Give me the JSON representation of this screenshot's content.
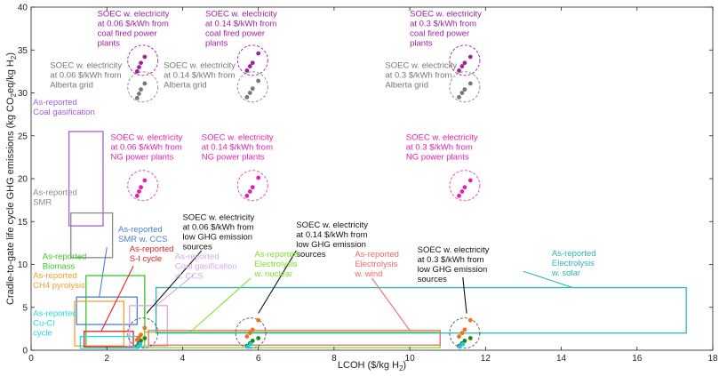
{
  "chart_data": {
    "type": "scatter",
    "xlabel_main": "LCOH ($/kg H",
    "xlabel_sub": "2",
    "xlabel_end": ")",
    "ylabel_parts": [
      "Cradle-to-gate life cycle GHG emissions (kg CO",
      "2",
      "eq/kg H",
      "2",
      ")"
    ],
    "xlim": [
      0,
      18
    ],
    "ylim": [
      0,
      40
    ],
    "xticks": [
      0,
      2,
      4,
      6,
      8,
      10,
      12,
      14,
      16,
      18
    ],
    "yticks": [
      0,
      5,
      10,
      15,
      20,
      25,
      30,
      35,
      40
    ],
    "grid": false,
    "rectangles": [
      {
        "name": "Coal gasification",
        "x": [
          1.0,
          1.9
        ],
        "y": [
          14.5,
          25.5
        ],
        "color": "#a35ce8"
      },
      {
        "name": "SMR",
        "x": [
          1.05,
          2.15
        ],
        "y": [
          10.8,
          16.0
        ],
        "color": "#8a8a8a"
      },
      {
        "name": "Biomass",
        "x": [
          1.45,
          3.0
        ],
        "y": [
          0.4,
          8.7
        ],
        "color": "#3cc42a"
      },
      {
        "name": "SMR w. CCS",
        "x": [
          1.2,
          2.8
        ],
        "y": [
          3.0,
          6.2
        ],
        "color": "#4a7fd6"
      },
      {
        "name": "CH4 pyrolysis",
        "x": [
          1.15,
          2.45
        ],
        "y": [
          0.5,
          5.7
        ],
        "color": "#f0a030"
      },
      {
        "name": "S-I cycle",
        "x": [
          1.4,
          2.7
        ],
        "y": [
          0.4,
          2.2
        ],
        "color": "#e02020"
      },
      {
        "name": "Cu-Cl cycle",
        "x": [
          1.3,
          2.8
        ],
        "y": [
          0.2,
          1.6
        ],
        "color": "#20d8e8"
      },
      {
        "name": "Coal gasification w. CCS",
        "x": [
          2.6,
          3.6
        ],
        "y": [
          0.5,
          5.2
        ],
        "color": "#d8a8ec"
      },
      {
        "name": "Electrolysis w. nuclear",
        "x": [
          3.0,
          10.8
        ],
        "y": [
          0.3,
          2.1
        ],
        "color": "#7ee02c"
      },
      {
        "name": "Electrolysis w. wind",
        "x": [
          3.1,
          10.8
        ],
        "y": [
          0.6,
          2.3
        ],
        "color": "#f06868"
      },
      {
        "name": "Electrolysis w. solar",
        "x": [
          3.3,
          17.3
        ],
        "y": [
          2.0,
          7.3
        ],
        "color": "#2cb8b0"
      }
    ],
    "circles": [
      {
        "cx": 2.95,
        "cy": 2.0,
        "color": "#555555"
      },
      {
        "cx": 5.8,
        "cy": 2.0,
        "color": "#555555"
      },
      {
        "cx": 11.45,
        "cy": 2.0,
        "color": "#555555"
      },
      {
        "cx": 2.95,
        "cy": 19.2,
        "color": "#e040c0"
      },
      {
        "cx": 5.85,
        "cy": 19.2,
        "color": "#e040c0"
      },
      {
        "cx": 11.45,
        "cy": 19.2,
        "color": "#e040c0"
      },
      {
        "cx": 2.95,
        "cy": 30.7,
        "color": "#888888"
      },
      {
        "cx": 5.85,
        "cy": 30.7,
        "color": "#888888"
      },
      {
        "cx": 11.45,
        "cy": 30.7,
        "color": "#888888"
      },
      {
        "cx": 2.95,
        "cy": 33.8,
        "color": "#a020a0"
      },
      {
        "cx": 5.85,
        "cy": 33.8,
        "color": "#a020a0"
      },
      {
        "cx": 11.45,
        "cy": 33.8,
        "color": "#a020a0"
      }
    ],
    "series": [
      {
        "color": "#a020a0",
        "points": [
          [
            2.8,
            32.5
          ],
          [
            2.85,
            33
          ],
          [
            2.9,
            33.5
          ],
          [
            3.0,
            34.2
          ],
          [
            5.7,
            32.6
          ],
          [
            5.78,
            33.1
          ],
          [
            5.85,
            33.5
          ],
          [
            6.0,
            34.6
          ],
          [
            11.3,
            32.6
          ],
          [
            11.38,
            33.1
          ],
          [
            11.45,
            33.5
          ],
          [
            11.6,
            34.2
          ]
        ]
      },
      {
        "color": "#777777",
        "points": [
          [
            2.8,
            29.4
          ],
          [
            2.85,
            29.9
          ],
          [
            2.9,
            30.4
          ],
          [
            3.0,
            31.1
          ],
          [
            5.7,
            29.5
          ],
          [
            5.78,
            30.0
          ],
          [
            5.85,
            30.5
          ],
          [
            6.0,
            31.4
          ],
          [
            11.3,
            29.5
          ],
          [
            11.38,
            30.0
          ],
          [
            11.45,
            30.4
          ],
          [
            11.6,
            31.1
          ]
        ]
      },
      {
        "color": "#e020b0",
        "points": [
          [
            2.8,
            18.0
          ],
          [
            2.85,
            18.5
          ],
          [
            2.9,
            19.0
          ],
          [
            3.0,
            19.8
          ],
          [
            5.7,
            18.0
          ],
          [
            5.78,
            18.5
          ],
          [
            5.85,
            19.0
          ],
          [
            6.0,
            20.1
          ],
          [
            11.3,
            18.0
          ],
          [
            11.38,
            18.5
          ],
          [
            11.45,
            19.0
          ],
          [
            11.6,
            19.8
          ]
        ]
      },
      {
        "color": "#1a8a1a",
        "points": [
          [
            2.8,
            0.5
          ],
          [
            2.85,
            0.8
          ],
          [
            2.9,
            1.1
          ],
          [
            3.0,
            1.4
          ],
          [
            5.7,
            0.5
          ],
          [
            5.78,
            0.8
          ],
          [
            5.85,
            1.1
          ],
          [
            6.0,
            1.4
          ],
          [
            11.3,
            0.5
          ],
          [
            11.38,
            0.8
          ],
          [
            11.45,
            1.1
          ],
          [
            11.6,
            1.4
          ]
        ]
      },
      {
        "color": "#f07020",
        "points": [
          [
            2.8,
            1.2
          ],
          [
            2.85,
            1.5
          ],
          [
            2.9,
            1.8
          ],
          [
            3.0,
            2.6
          ],
          [
            5.7,
            1.6
          ],
          [
            5.78,
            2.0
          ],
          [
            5.85,
            2.4
          ],
          [
            6.0,
            3.5
          ],
          [
            11.3,
            1.6
          ],
          [
            11.38,
            2.0
          ],
          [
            11.45,
            2.4
          ],
          [
            11.6,
            3.5
          ]
        ]
      },
      {
        "color": "#20c8e8",
        "points": [
          [
            2.82,
            0.4
          ],
          [
            2.88,
            0.7
          ],
          [
            5.72,
            0.4
          ],
          [
            5.8,
            0.7
          ],
          [
            11.32,
            0.4
          ],
          [
            11.4,
            0.7
          ]
        ]
      }
    ],
    "annotations": [
      {
        "lines": [
          "SOEC w. electricity",
          "at 0.06 $/kWh from",
          "coal fired power",
          "plants"
        ],
        "color": "#a020a0",
        "x": 1.75,
        "y": 38.9
      },
      {
        "lines": [
          "SOEC w. electricity",
          "at 0.14 $/kWh from",
          "coal fired power",
          "plants"
        ],
        "color": "#a020a0",
        "x": 4.6,
        "y": 38.9
      },
      {
        "lines": [
          "SOEC w. electricity",
          "at 0.3 $/kWh from",
          "coal fired power",
          "plants"
        ],
        "color": "#a020a0",
        "x": 10.0,
        "y": 38.9
      },
      {
        "lines": [
          "SOEC w. electricity",
          "at 0.06 $/kWh from",
          "Alberta grid"
        ],
        "color": "#777777",
        "x": 0.5,
        "y": 32.9
      },
      {
        "lines": [
          "SOEC w. electricity",
          "at 0.14 $/kWh from",
          "Alberta grid"
        ],
        "color": "#777777",
        "x": 3.5,
        "y": 32.9
      },
      {
        "lines": [
          "SOEC w. electricity",
          "at 0.3 $/kWh from",
          "Alberta grid"
        ],
        "color": "#777777",
        "x": 9.35,
        "y": 32.9
      },
      {
        "lines": [
          "As-reported",
          "Coal gasification"
        ],
        "color": "#a35ce8",
        "x": 0.05,
        "y": 28.6
      },
      {
        "lines": [
          "SOEC w. electricity",
          "at 0.06 $/kWh from",
          "NG power plants"
        ],
        "color": "#e020b0",
        "x": 2.1,
        "y": 24.5
      },
      {
        "lines": [
          "SOEC w. electricity",
          "at 0.14 $/kWh from",
          "NG power plants"
        ],
        "color": "#e020b0",
        "x": 4.5,
        "y": 24.5
      },
      {
        "lines": [
          "SOEC w. electricity",
          "at 0.3 $/kWh from",
          "NG power plants"
        ],
        "color": "#e020b0",
        "x": 9.9,
        "y": 24.5
      },
      {
        "lines": [
          "As-reported",
          "SMR"
        ],
        "color": "#8a8a8a",
        "x": 0.05,
        "y": 18.1
      },
      {
        "lines": [
          "SOEC w. electricity",
          "at 0.06 $/kWh from",
          "low GHG emission",
          "sources"
        ],
        "color": "#111111",
        "x": 4.0,
        "y": 15.2
      },
      {
        "lines": [
          "SOEC w. electricity",
          "at 0.14 $/kWh from",
          "low GHG emission",
          "sources"
        ],
        "color": "#111111",
        "x": 7.0,
        "y": 14.3
      },
      {
        "lines": [
          "As-reported",
          "SMR w. CCS"
        ],
        "color": "#4a7fd6",
        "x": 2.3,
        "y": 13.8
      },
      {
        "lines": [
          "As-reported",
          "S-I cycle"
        ],
        "color": "#e02020",
        "x": 2.6,
        "y": 11.5
      },
      {
        "lines": [
          "As-reported",
          "Biomass"
        ],
        "color": "#3cc42a",
        "x": 0.3,
        "y": 10.6
      },
      {
        "lines": [
          "As-reported",
          "Coal gasification",
          "w. CCS"
        ],
        "color": "#d8a8ec",
        "x": 3.8,
        "y": 10.6
      },
      {
        "lines": [
          "As-reported",
          "Electrolysis",
          "w. nuclear"
        ],
        "color": "#7ee02c",
        "x": 5.9,
        "y": 10.9
      },
      {
        "lines": [
          "As-reported",
          "Electrolysis",
          "w. wind"
        ],
        "color": "#f06868",
        "x": 8.55,
        "y": 10.9
      },
      {
        "lines": [
          "SOEC w. electricity",
          "at 0.3 $/kWh from",
          "low GHG emission",
          "sources"
        ],
        "color": "#111111",
        "x": 10.2,
        "y": 11.4
      },
      {
        "lines": [
          "As-reported",
          "Electrolysis",
          "w. solar"
        ],
        "color": "#2cb8b0",
        "x": 13.75,
        "y": 11.0
      },
      {
        "lines": [
          "As-reported",
          "CH4 pyrolysis"
        ],
        "color": "#f0a030",
        "x": 0.05,
        "y": 8.4
      },
      {
        "lines": [
          "As-reported",
          "Cu-Cl",
          "cycle"
        ],
        "color": "#20d8e8",
        "x": 0.05,
        "y": 4.0
      }
    ],
    "leaders": [
      {
        "x1": 2.0,
        "y1": 12.0,
        "x2": 1.8,
        "y2": 6.2,
        "color": "#4a7fd6"
      },
      {
        "x1": 2.7,
        "y1": 9.8,
        "x2": 1.85,
        "y2": 2.2,
        "color": "#e02020"
      },
      {
        "x1": 4.3,
        "y1": 8.8,
        "x2": 3.3,
        "y2": 5.2,
        "color": "#d8a8ec"
      },
      {
        "x1": 5.8,
        "y1": 8.4,
        "x2": 4.2,
        "y2": 2.1,
        "color": "#7ee02c"
      },
      {
        "x1": 9.0,
        "y1": 8.4,
        "x2": 10.0,
        "y2": 2.3,
        "color": "#f06868"
      },
      {
        "x1": 13.0,
        "y1": 9.2,
        "x2": 14.3,
        "y2": 7.3,
        "color": "#2cb8b0"
      },
      {
        "x1": 4.5,
        "y1": 11.6,
        "x2": 3.05,
        "y2": 4.3,
        "color": "#111111"
      },
      {
        "x1": 7.0,
        "y1": 11.6,
        "x2": 6.0,
        "y2": 4.3,
        "color": "#111111"
      },
      {
        "x1": 11.4,
        "y1": 8.5,
        "x2": 11.5,
        "y2": 4.3,
        "color": "#111111"
      }
    ]
  }
}
